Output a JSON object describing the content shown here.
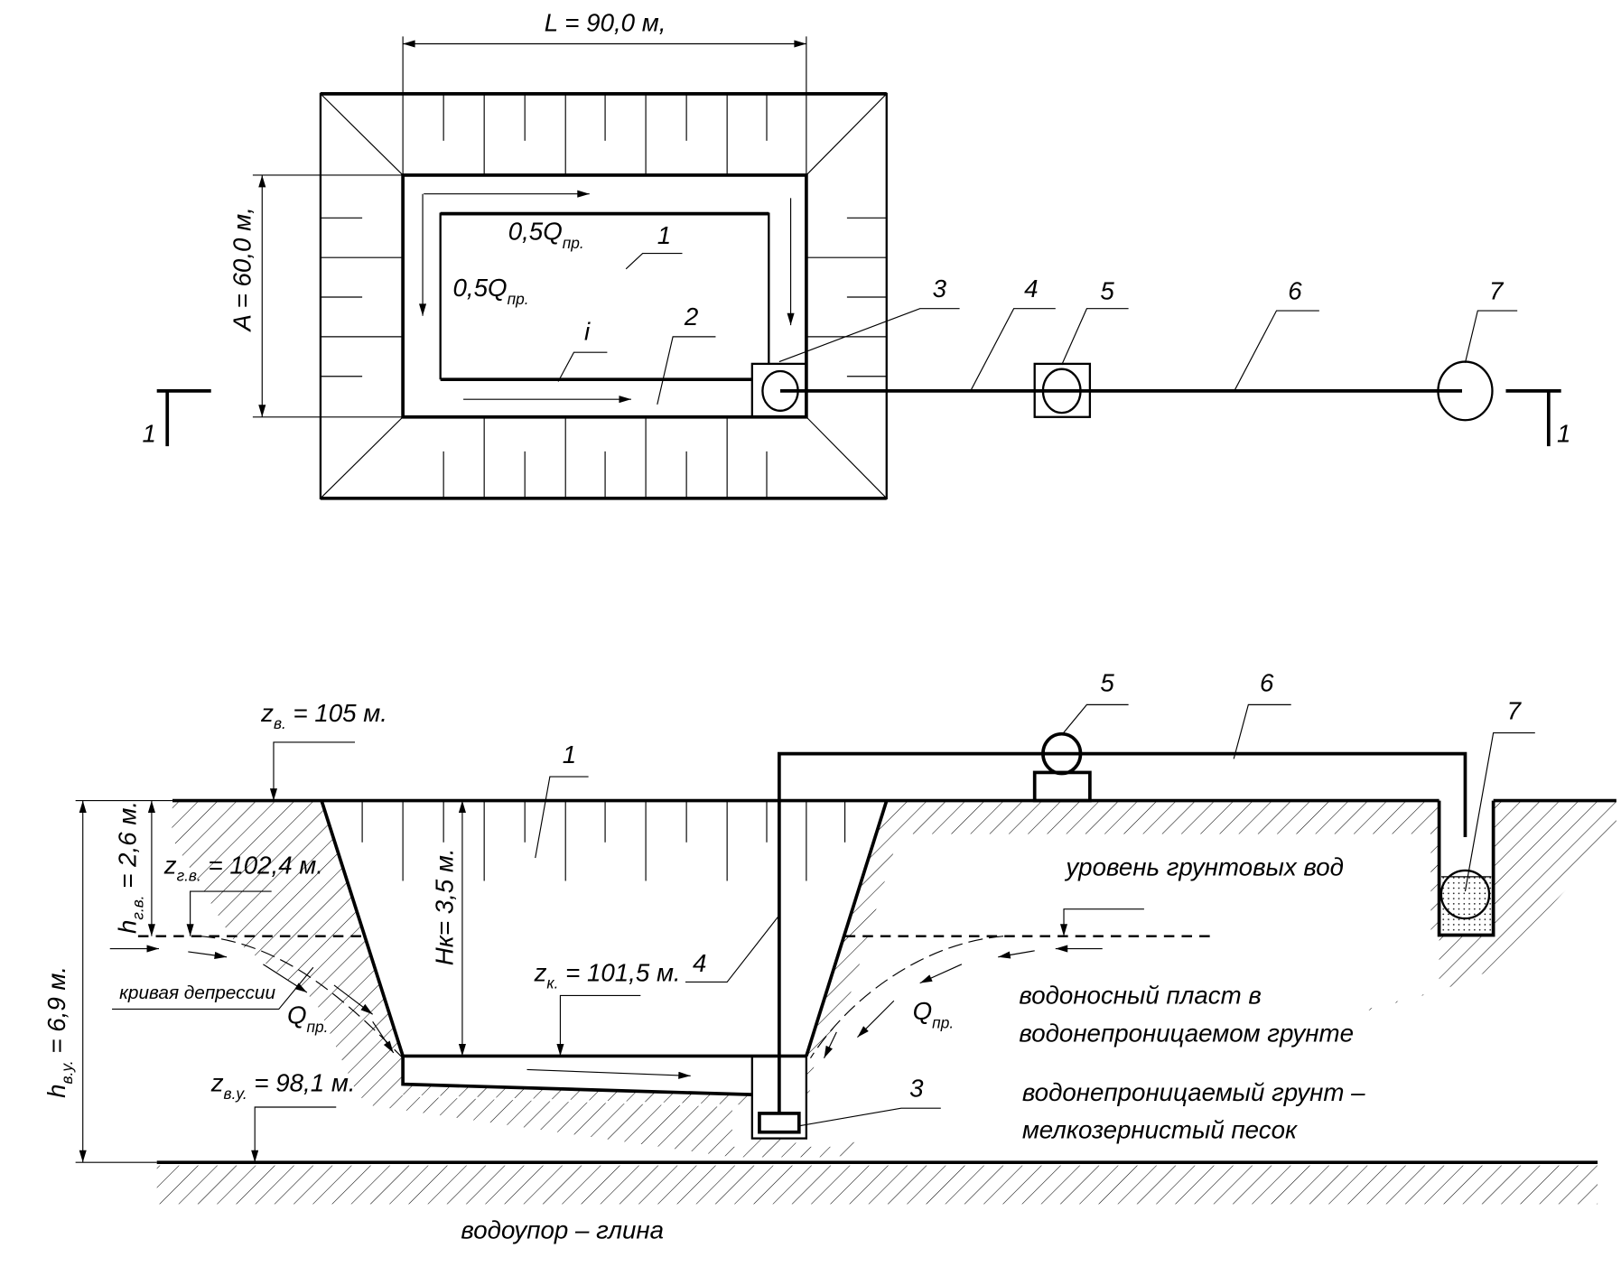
{
  "plan": {
    "dim_length": "L = 90,0  м,",
    "dim_width": "A = 60,0  м,",
    "flow_label_1": {
      "main": "0,5Q",
      "sub": "пр."
    },
    "flow_label_2": {
      "main": "0,5Q",
      "sub": "пр."
    },
    "slope_label": "i",
    "callouts": [
      "1",
      "2",
      "3",
      "4",
      "5",
      "6",
      "7"
    ],
    "section_mark_left": "1",
    "section_mark_right": "1"
  },
  "section": {
    "z_surface": {
      "main": "z",
      "sub": "в.",
      "rest": " = 105 м."
    },
    "z_groundwater": {
      "main": "z",
      "sub": "г.в.",
      "rest": " = 102,4 м."
    },
    "z_bottom": {
      "main": "z",
      "sub": "к.",
      "rest": " = 101,5 м."
    },
    "z_aquitard": {
      "main": "z",
      "sub": "в.у.",
      "rest": " = 98,1 м."
    },
    "h_groundwater": {
      "main": "h",
      "sub": "г.в.",
      "rest": " = 2,6 м."
    },
    "h_aquitard": {
      "main": "h",
      "sub": "в.у.",
      "rest": " = 6,9 м."
    },
    "pit_depth": "Нк= 3,5 м.",
    "groundwater_level": "уровень грунтовых вод",
    "depression_curve": "кривая депрессии",
    "inflow_left": {
      "main": "Q",
      "sub": "пр."
    },
    "inflow_right": {
      "main": "Q",
      "sub": "пр."
    },
    "aquifer_line1": "водоносный пласт в",
    "aquifer_line2": "водонепроницаемом грунте",
    "soil_line1": "водонепроницаемый грунт –",
    "soil_line2": "мелкозернистый песок",
    "aquitard": "водоупор – глина",
    "callouts": [
      "1",
      "3",
      "4",
      "5",
      "6",
      "7"
    ]
  }
}
